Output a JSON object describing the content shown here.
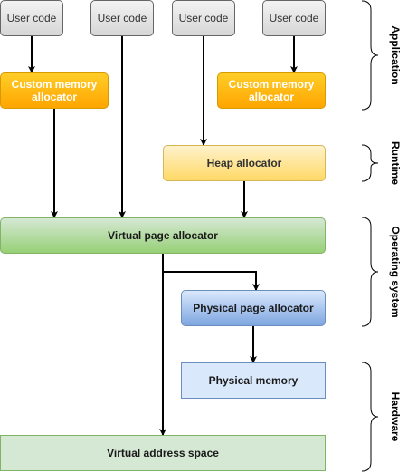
{
  "nodes": {
    "user_code_1": "User code",
    "user_code_2": "User code",
    "user_code_3": "User code",
    "user_code_4": "User code",
    "custom_alloc_left": "Custom memory allocator",
    "custom_alloc_right": "Custom memory allocator",
    "heap_alloc": "Heap allocator",
    "virtual_page_alloc": "Virtual page allocator",
    "physical_page_alloc": "Physical page allocator",
    "physical_memory": "Physical memory",
    "virtual_address_space": "Virtual address space"
  },
  "layers": {
    "application": "Application",
    "runtime": "Runtime",
    "operating_system": "Operating system",
    "hardware": "Hardware"
  },
  "colors": {
    "arrow": "#000000",
    "brace": "#000000"
  }
}
